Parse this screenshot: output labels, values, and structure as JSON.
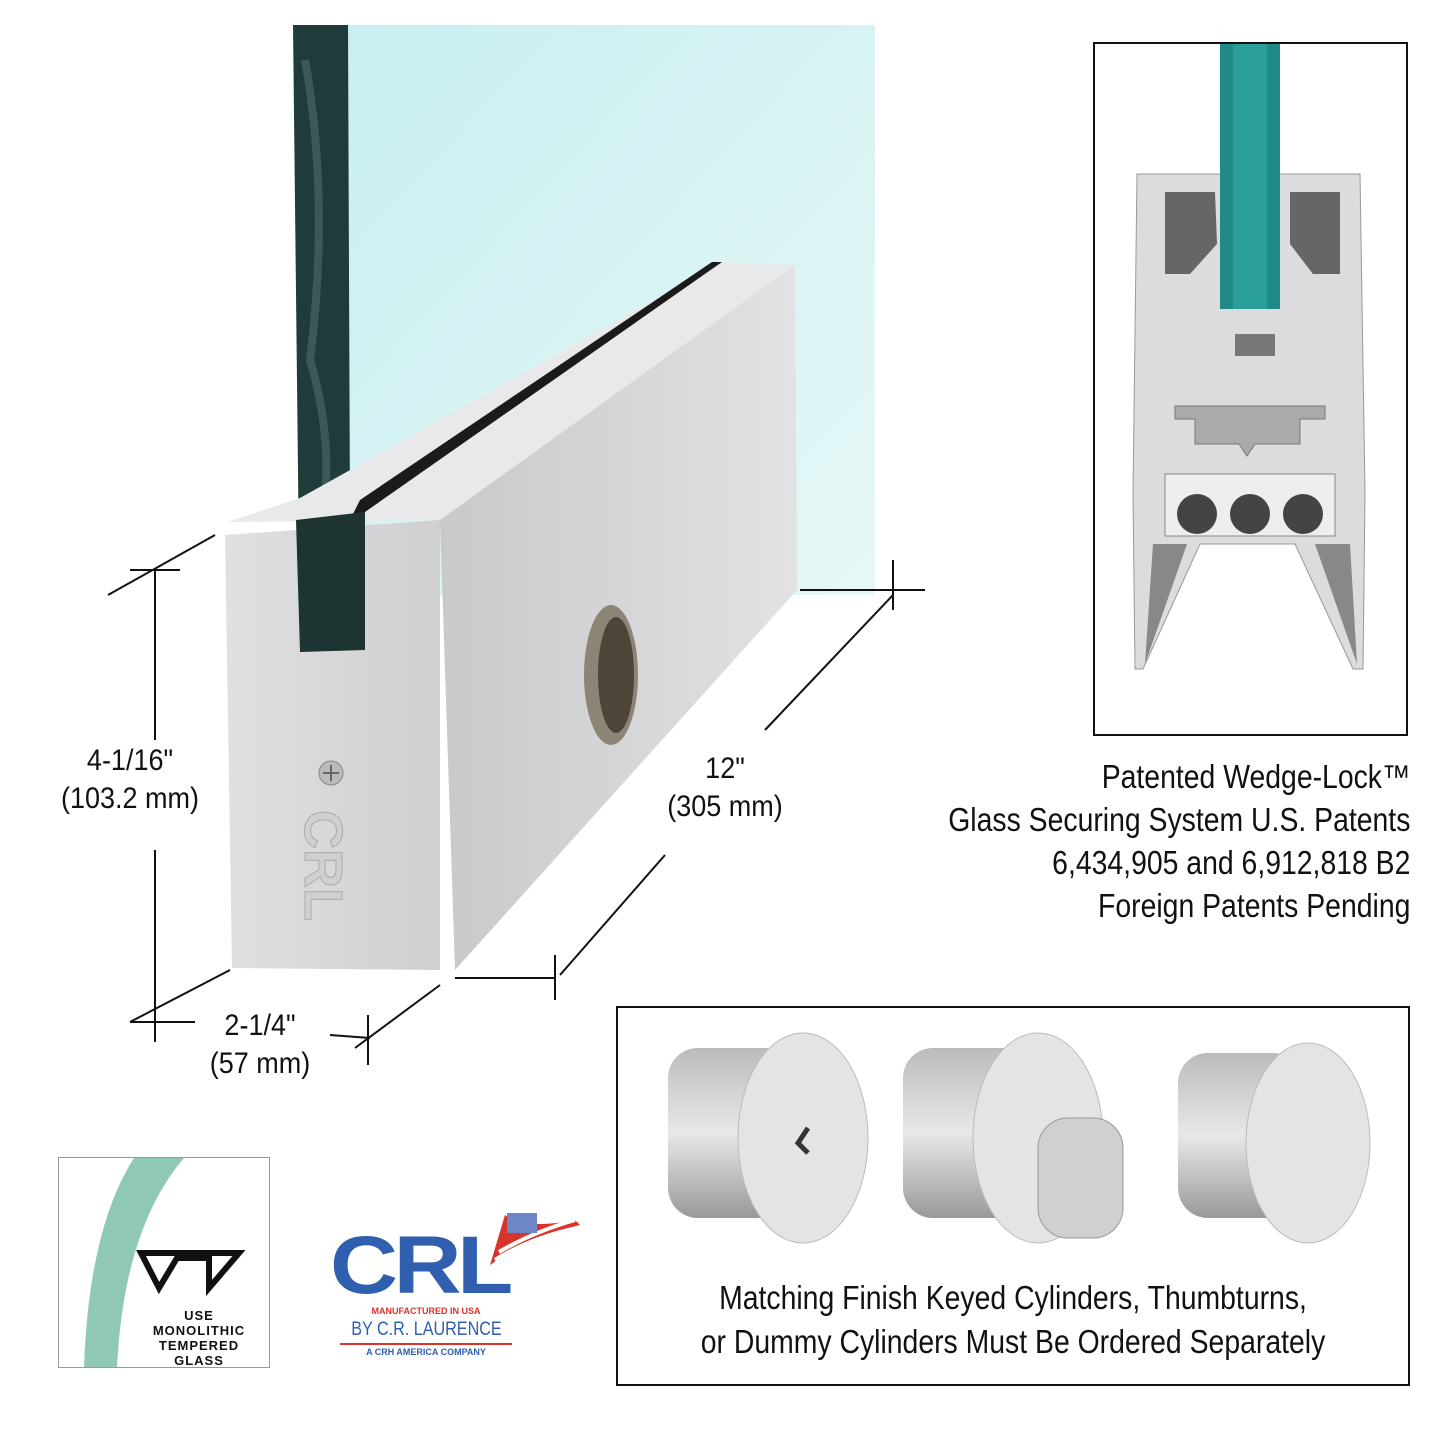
{
  "dimensions": {
    "height": {
      "imperial": "4-1/16\"",
      "metric": "(103.2 mm)"
    },
    "width": {
      "imperial": "2-1/4\"",
      "metric": "(57 mm)"
    },
    "length": {
      "imperial": "12\"",
      "metric": "(305 mm)"
    }
  },
  "rail_logo": "CRL",
  "patent_caption": {
    "lines": [
      "Patented Wedge-Lock™",
      "Glass Securing System U.S. Patents",
      "6,434,905 and 6,912,818 B2",
      "Foreign Patents Pending"
    ]
  },
  "cylinders_caption": {
    "lines": [
      "Matching Finish Keyed Cylinders, Thumbturns,",
      "or Dummy Cylinders Must Be Ordered Separately"
    ]
  },
  "glass_badge": {
    "lines": [
      "USE",
      "MONOLITHIC",
      "TEMPERED",
      "GLASS"
    ]
  },
  "crl_logo": {
    "mark": "CRL",
    "line1": "MANUFACTURED IN USA",
    "line2": "BY C.R. LAURENCE",
    "line3": "A CRH AMERICA COMPANY"
  },
  "colors": {
    "glass": "#d6f1f1",
    "glass_edge": "#1f3c3a",
    "aluminum": "#d8d8da",
    "profile_glass": "#1f8a86",
    "crl_blue": "#2f5fae",
    "crl_red": "#d8342c"
  }
}
